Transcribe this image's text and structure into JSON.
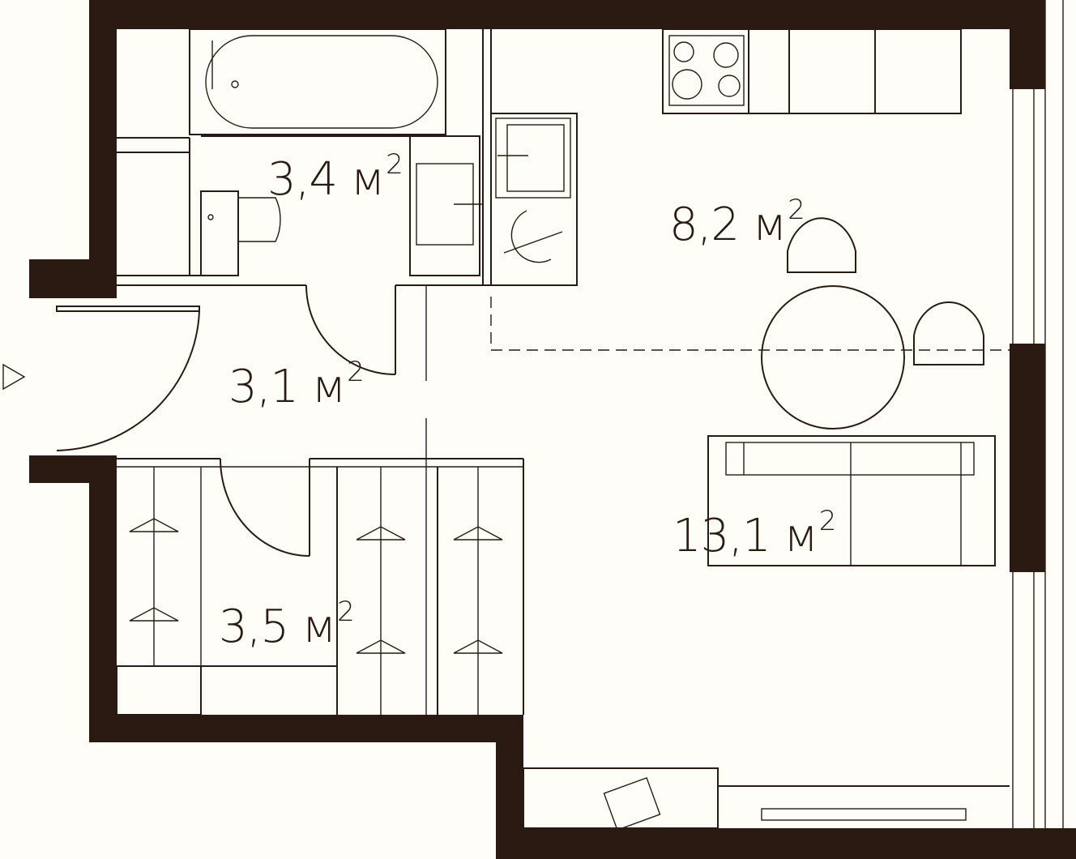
{
  "colors": {
    "ink": "#2a1a12",
    "paper": "#fffdf7"
  },
  "rooms": {
    "bathroom": {
      "area": "3,4",
      "unit": "м",
      "power": "2"
    },
    "kitchen": {
      "area": "8,2",
      "unit": "м",
      "power": "2"
    },
    "hall": {
      "area": "3,1",
      "unit": "м",
      "power": "2"
    },
    "living": {
      "area": "13,1",
      "unit": "м",
      "power": "2"
    },
    "wardrobe": {
      "area": "3,5",
      "unit": "м",
      "power": "2"
    }
  },
  "icons": {
    "entrance": "entrance-arrow-icon",
    "hanger": "hanger-icon"
  }
}
